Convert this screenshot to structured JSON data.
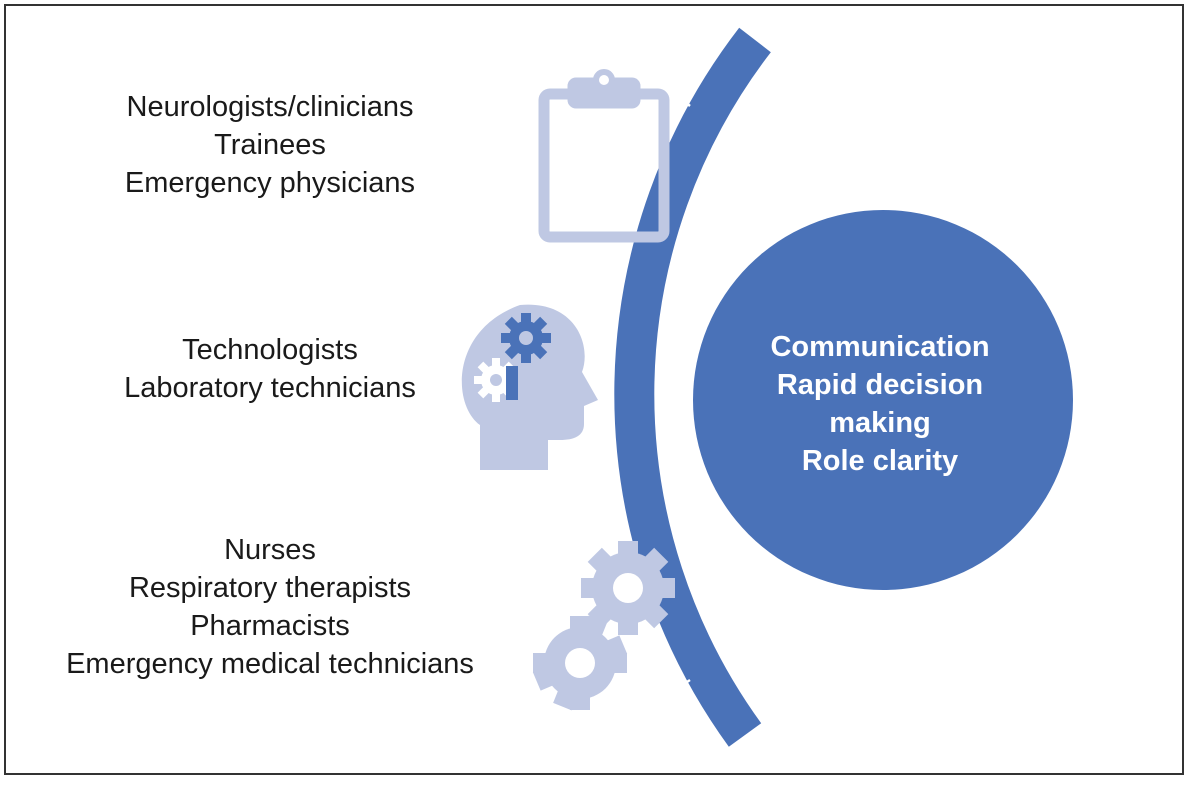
{
  "colors": {
    "arc": "#4a72b8",
    "circle": "#4a72b8",
    "icon_light": "#bfc8e3",
    "border": "#333333"
  },
  "icons": [
    "clipboard-icon",
    "head-gears-icon",
    "gears-icon"
  ],
  "groups": [
    {
      "lines": [
        "Neurologists/clinicians",
        "Trainees",
        "Emergency physicians"
      ]
    },
    {
      "lines": [
        "Technologists",
        "Laboratory technicians"
      ]
    },
    {
      "lines": [
        "Nurses",
        "Respiratory therapists",
        "Pharmacists",
        "Emergency medical technicians"
      ]
    }
  ],
  "center": {
    "lines": [
      "Communication",
      "Rapid decision",
      "making",
      "Role clarity"
    ]
  }
}
